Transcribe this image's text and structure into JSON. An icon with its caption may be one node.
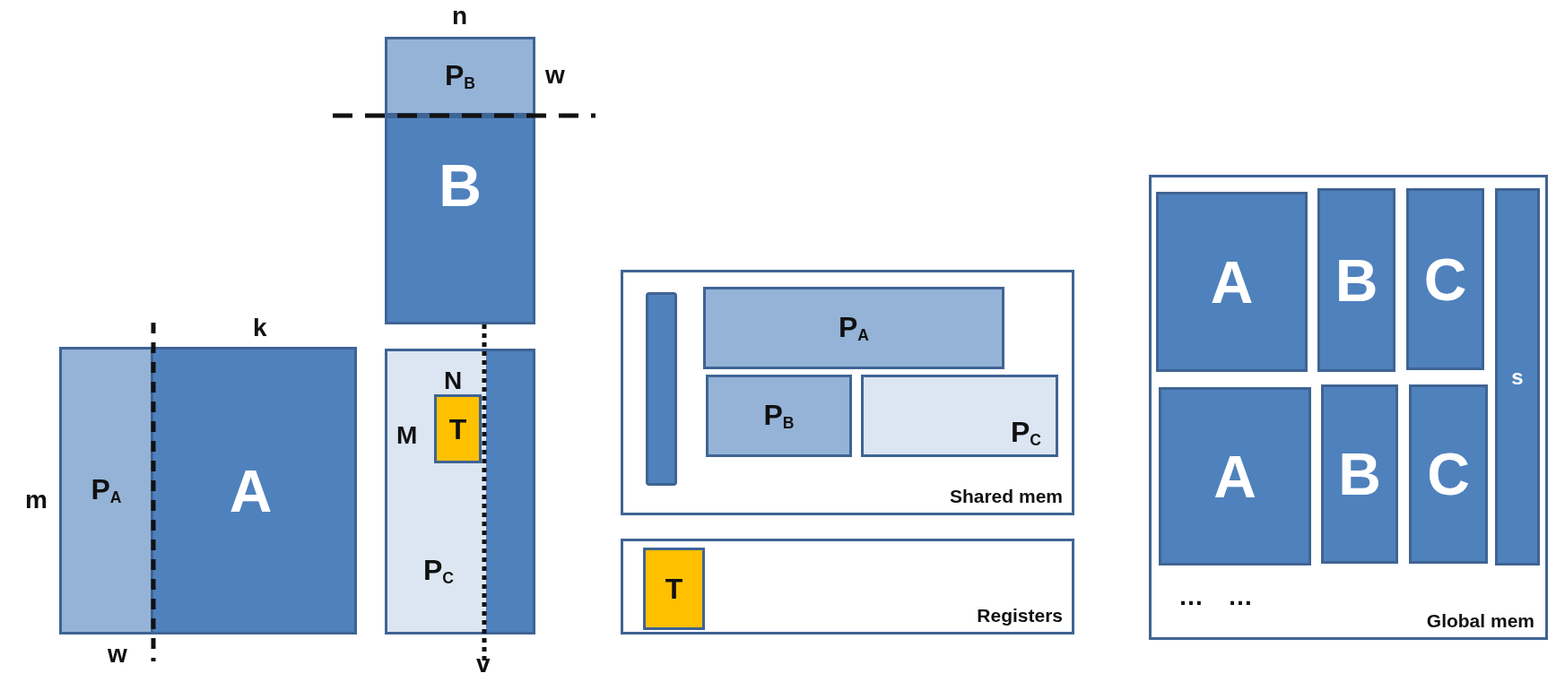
{
  "diagram": {
    "nodes": [
      {
        "text": [
          "A"
        ]
      },
      {
        "text": [
          "P$_{A}$"
        ],
        "in": 0
      },
      {
        "text": [
          "P$_{B}$"
        ]
      },
      {
        "text": [
          "B"
        ]
      },
      {
        "text": [
          "P$_{C}$"
        ]
      },
      {
        "text": [
          "T"
        ],
        "in": 4
      },
      {
        "text": [
          "Shared mem"
        ]
      },
      {
        "text": [],
        "shape": "bar",
        "in": 6
      },
      {
        "text": [
          "P$_{A}$"
        ],
        "in": 6
      },
      {
        "text": [
          "P$_{C}$"
        ],
        "in": 6
      },
      {
        "text": [
          "P$_{B}$"
        ],
        "in": 6
      },
      {
        "text": [
          "Registers"
        ]
      },
      {
        "text": [
          "T"
        ],
        "in": 11
      },
      {
        "text": [
          "Global mem"
        ]
      },
      {
        "text": [
          "A"
        ],
        "in": 13
      },
      {
        "text": [
          "B"
        ],
        "in": 13
      },
      {
        "text": [
          "C"
        ],
        "in": 13
      },
      {
        "text": [
          "s"
        ],
        "in": 13
      },
      {
        "text": [
          "A"
        ],
        "in": 13
      },
      {
        "text": [
          "B"
        ],
        "in": 13
      },
      {
        "text": [
          "C"
        ],
        "in": 13
      }
    ],
    "edges": [],
    "labels": [
      "n",
      "w",
      "k",
      "m",
      "N",
      "M",
      "w",
      "v",
      "…",
      "…"
    ]
  }
}
